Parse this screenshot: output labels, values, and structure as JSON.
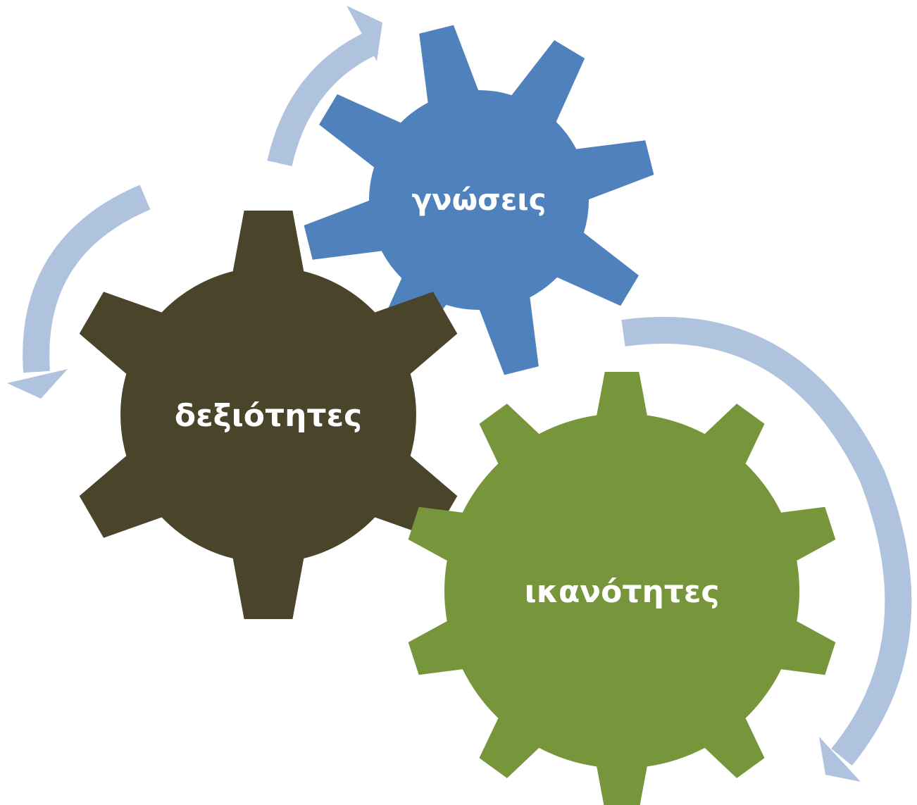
{
  "diagram": {
    "nodes": [
      {
        "id": "gnoseis",
        "label": "γνώσεις",
        "color": "#4F81BD"
      },
      {
        "id": "dexiotites",
        "label": "δεξιότητες",
        "color": "#4A452A"
      },
      {
        "id": "ikanotites",
        "label": "ικανότητες",
        "color": "#77963C"
      }
    ],
    "arrow_color": "#B0C3DE"
  }
}
